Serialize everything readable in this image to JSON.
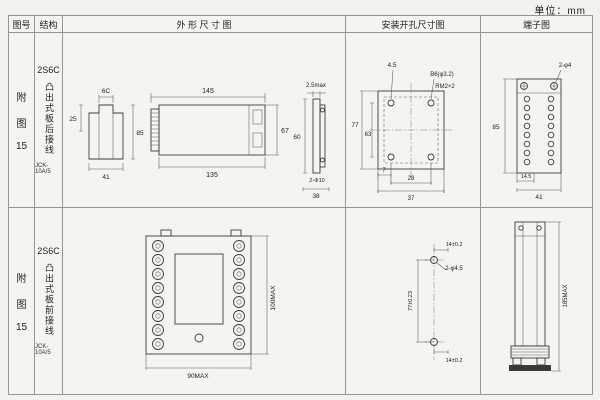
{
  "unit_label": "单位：mm",
  "headers": {
    "fig_no": "图号",
    "structure": "结构",
    "outline": "外 形 尺 寸 图",
    "mounting": "安装开孔尺寸图",
    "terminal": "端子图"
  },
  "rows": [
    {
      "fig": {
        "char1": "附",
        "char2": "图",
        "num": "15"
      },
      "structure": {
        "model": "2S6C",
        "wiring": "凸出式板后接线",
        "code": "JCK-10A/5"
      },
      "outline": {
        "side_tab": "6C",
        "side_upper": "25",
        "side_width": "41",
        "side_height": "85",
        "front_width_top": "145",
        "front_width_bottom": "135",
        "front_height": "67",
        "flange_thickness": "2.5max",
        "flange_height": "60",
        "flange_holes": "2-Φ10",
        "flange_width": "38"
      },
      "mounting": {
        "hole_offset": "4.5",
        "hole_spec": "B6(φ3.2)",
        "screw_spec": "RM2×2",
        "height_outer": "77",
        "height_inner": "63",
        "edge_offset": "7",
        "hole_spacing": "28",
        "total_width": "37"
      },
      "terminal": {
        "screw_spec": "2-φ4",
        "height": "85",
        "pitch": "14.5",
        "width": "41"
      }
    },
    {
      "fig": {
        "char1": "附",
        "char2": "图",
        "num": "15"
      },
      "structure": {
        "model": "2S6C",
        "wiring": "凸出式板前接线",
        "code": "JCK-10A/5"
      },
      "outline": {
        "height": "100MAX",
        "width": "90MAX"
      },
      "mounting": {
        "top_spacing": "14±0.2",
        "hole_spec": "2-φ4.5",
        "vertical_spacing": "77±0.23",
        "bottom_spacing": "14±0.2"
      },
      "terminal": {
        "height": "185MAX"
      }
    }
  ]
}
